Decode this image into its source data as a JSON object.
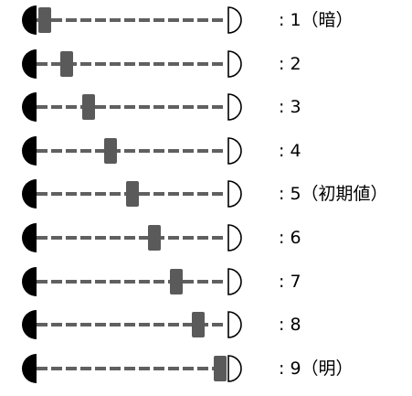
{
  "brightness_scale": {
    "steps": 9,
    "colors": {
      "track": "#606060",
      "knob": "#5a5a5a",
      "dark_end": "#000000",
      "bright_end_outline": "#000000"
    },
    "levels": [
      {
        "level": 1,
        "label": ": 1（暗）"
      },
      {
        "level": 2,
        "label": ": 2"
      },
      {
        "level": 3,
        "label": ": 3"
      },
      {
        "level": 4,
        "label": ": 4"
      },
      {
        "level": 5,
        "label": ": 5（初期値）"
      },
      {
        "level": 6,
        "label": ": 6"
      },
      {
        "level": 7,
        "label": ": 7"
      },
      {
        "level": 8,
        "label": ": 8"
      },
      {
        "level": 9,
        "label": ": 9（明）"
      }
    ]
  }
}
